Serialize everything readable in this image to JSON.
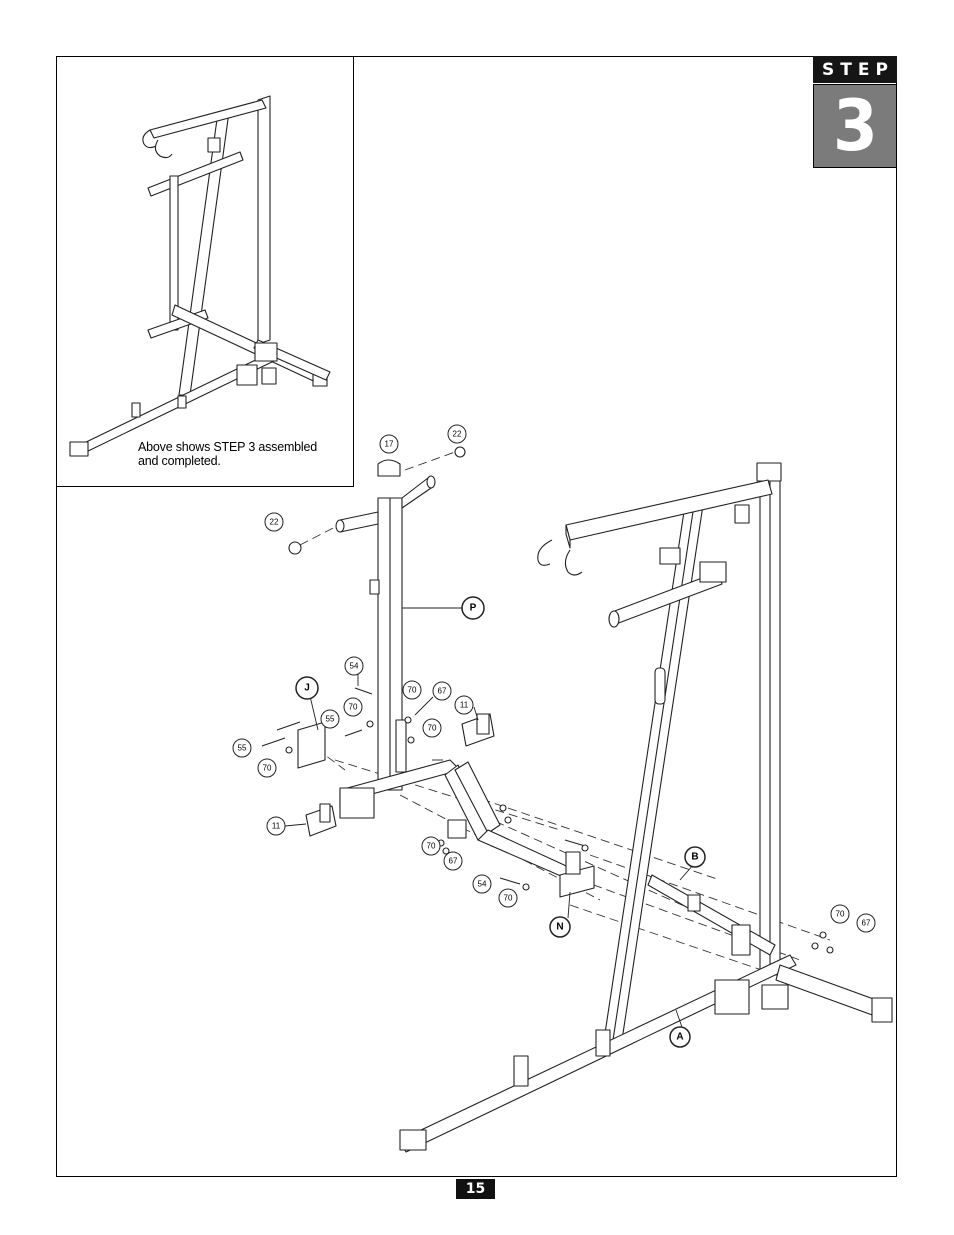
{
  "step": {
    "label": "STEP",
    "number": "3"
  },
  "inset": {
    "caption_line1": "Above shows STEP 3 assembled",
    "caption_line2": "and completed."
  },
  "parts": {
    "P": "P",
    "J": "J",
    "N": "N",
    "A": "A",
    "B": "B"
  },
  "hardware": {
    "c17": "17",
    "c22a": "22",
    "c22b": "22",
    "c54a": "54",
    "c55a": "55",
    "c70a": "70",
    "c67a": "67",
    "c70b": "70",
    "c11a": "11",
    "c55b": "55",
    "c70c": "70",
    "c11b": "11",
    "c70d": "70",
    "c67b": "67",
    "c54b": "54",
    "c70e": "70",
    "c70f": "70",
    "c67c": "67"
  },
  "page_number": "15"
}
